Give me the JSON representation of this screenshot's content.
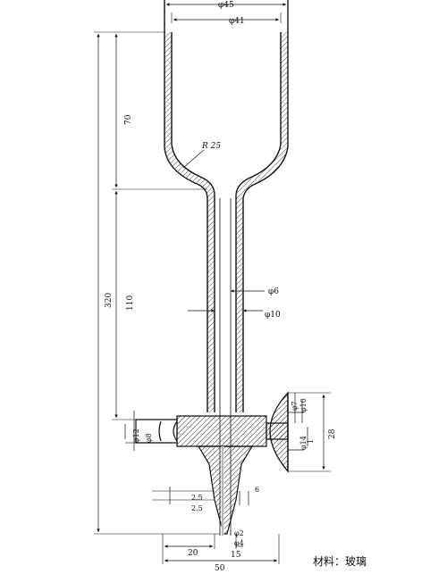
{
  "drawing": {
    "dimensions": {
      "top_outer_dia": "φ45",
      "top_inner_dia": "φ41",
      "height_70": "70",
      "radius": "R 25",
      "height_320": "320",
      "height_110": "110",
      "stem_inner_dia": "φ6",
      "stem_outer_dia": "φ10",
      "flange_dia_12": "φ12",
      "flange_dia_8": "φ8",
      "stopcock_dia_7": "φ7",
      "stopcock_dia_10": "φ10",
      "stopcock_dia_14": "φ14",
      "stopcock_1": "1",
      "stopcock_28": "28",
      "gap_2_5_a": "2.5",
      "gap_2_5_b": "2.5",
      "tip_6": "6",
      "tip_dia_2": "φ2",
      "tip_dia_4": "φ4",
      "bottom_20": "20",
      "bottom_15": "15",
      "bottom_50": "50"
    },
    "material_label": "材料：玻璃"
  }
}
